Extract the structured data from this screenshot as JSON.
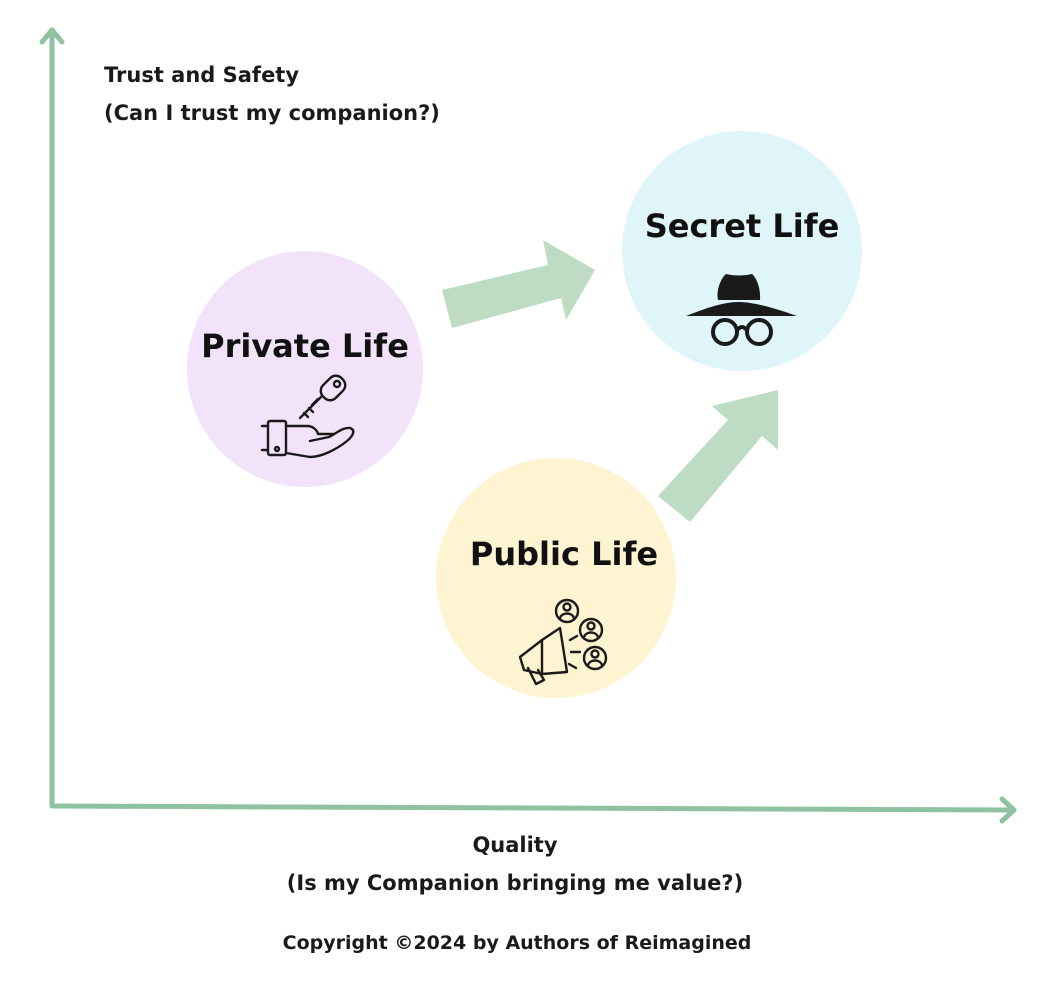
{
  "colors": {
    "axis": "#8fc29f",
    "arrow": "#bedbc4",
    "private_fill": "#f3e3fa",
    "secret_fill": "#dff5fa",
    "public_fill": "#fef4d2",
    "icon_stroke": "#1a1a1a"
  },
  "y_axis": {
    "label_line1": "Trust and Safety",
    "label_line2": "(Can I trust my companion?)"
  },
  "x_axis": {
    "label_line1": "Quality",
    "label_line2": "(Is my Companion bringing me value?)"
  },
  "nodes": {
    "private": {
      "title": "Private Life",
      "icon": "hand-key-icon"
    },
    "secret": {
      "title": "Secret Life",
      "icon": "spy-icon"
    },
    "public": {
      "title": "Public Life",
      "icon": "megaphone-people-icon"
    }
  },
  "transitions": [
    {
      "from": "Private Life",
      "to": "Secret Life"
    },
    {
      "from": "Public Life",
      "to": "Secret Life"
    }
  ],
  "footer": {
    "copyright": "Copyright ©2024 by Authors of Reimagined"
  }
}
